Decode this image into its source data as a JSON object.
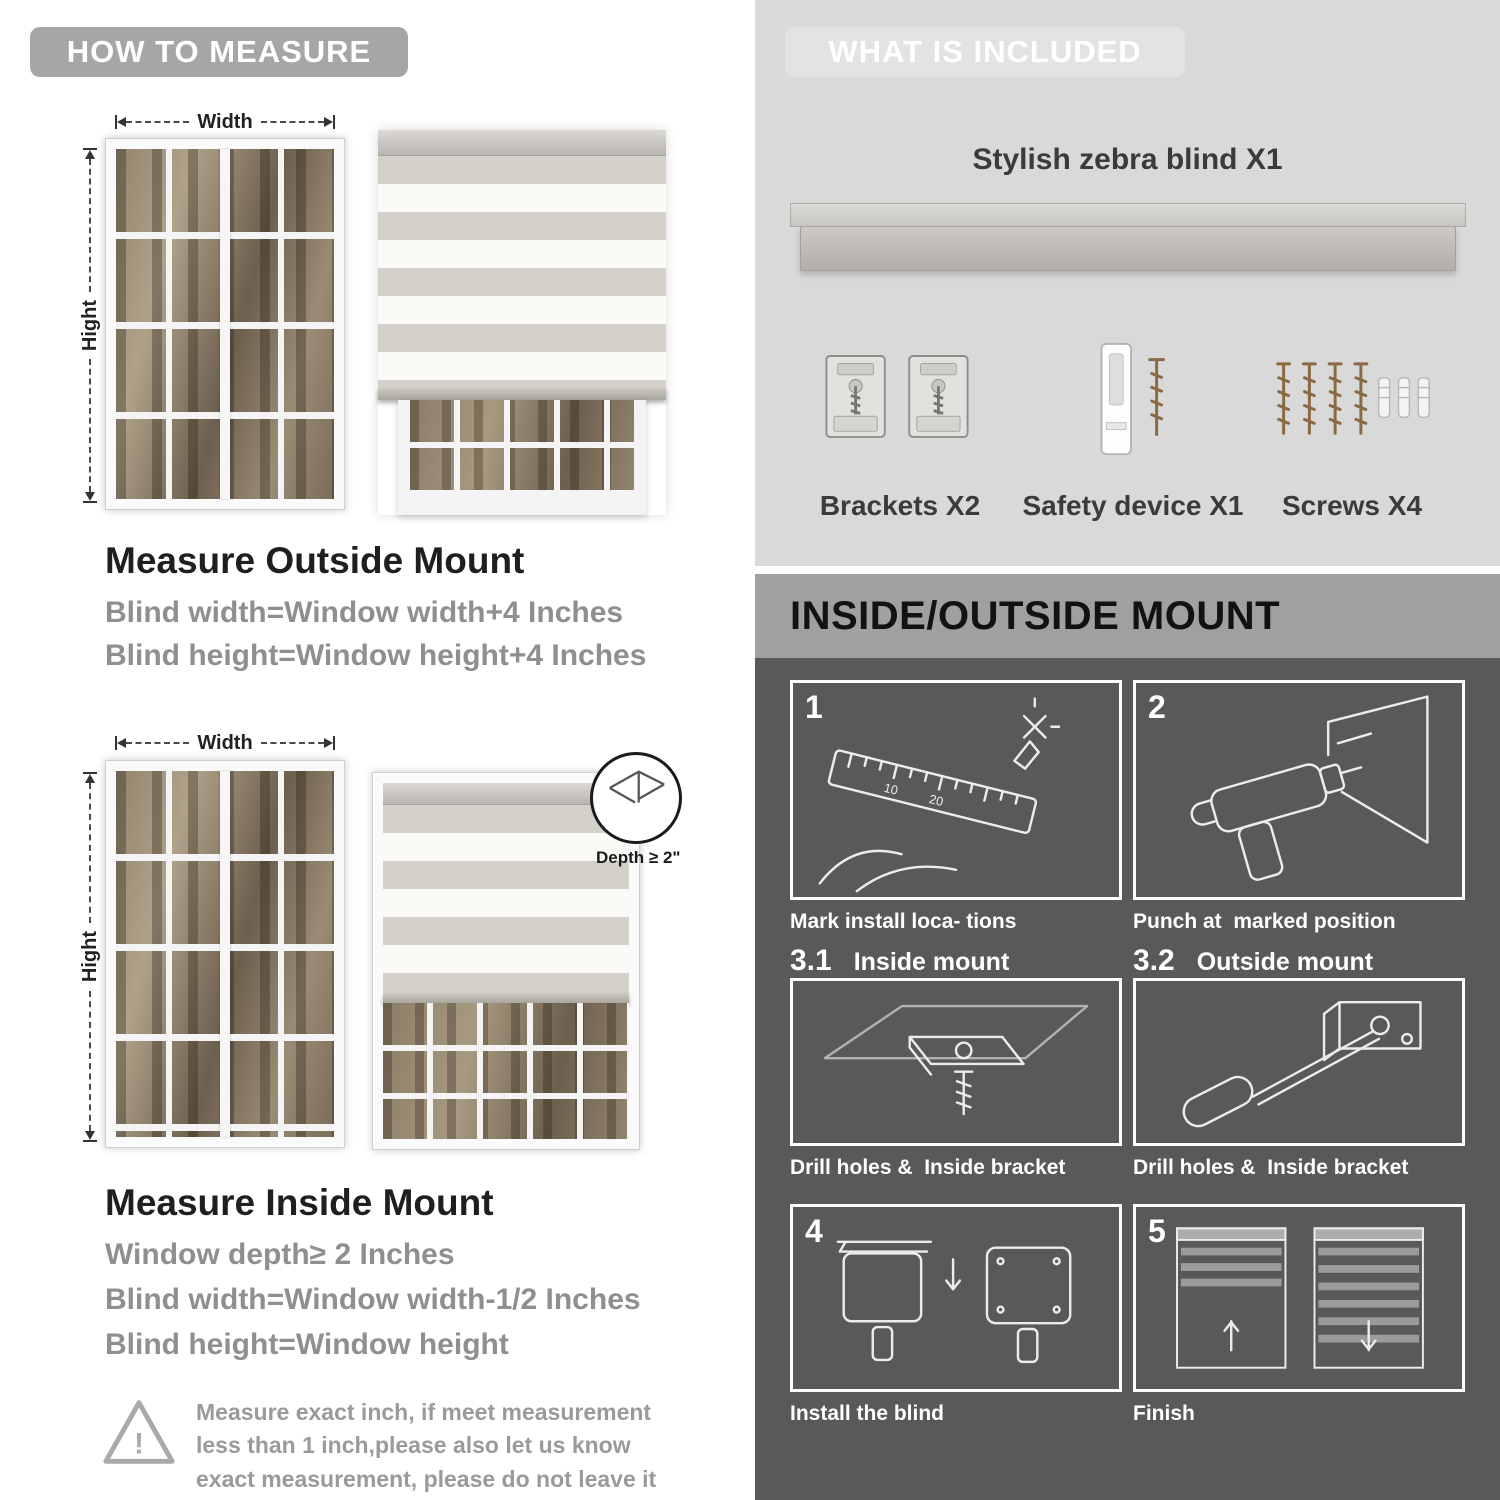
{
  "colors": {
    "light_panel_bg": "#d9d9d9",
    "dark_panel_bg": "#59585b",
    "how_to_measure_pill": "#a6a6a6",
    "included_pill": "#e3e3e3",
    "mount_title_strip": "#a0a0a0",
    "muted_text": "#8f8f8f",
    "dark_text": "#1f1f1f",
    "screw_brown": "#8a6a42"
  },
  "how_to_measure": {
    "title": "HOW TO MEASURE",
    "outside_mount": {
      "width_label": "Width",
      "height_label": "Hight",
      "heading": "Measure Outside Mount",
      "lines": [
        "Blind width=Window width+4 Inches",
        "Blind height=Window height+4 Inches"
      ]
    },
    "inside_mount": {
      "width_label": "Width",
      "height_label": "Hight",
      "depth_callout": "Depth ≥ 2\"",
      "heading": "Measure Inside Mount",
      "lines": [
        "Window depth≥ 2 Inches",
        "Blind width=Window width-1/2 Inches",
        "Blind height=Window height"
      ]
    },
    "warning_mark": "!",
    "warning_note": "Measure exact inch, if meet measurement less than 1 inch,please also let us know exact measurement, please do not leave it"
  },
  "what_is_included": {
    "title": "WHAT IS INCLUDED",
    "blind_label": "Stylish zebra blind X1",
    "items": [
      {
        "name": "brackets",
        "label": "Brackets X2"
      },
      {
        "name": "safety-device",
        "label": "Safety device X1"
      },
      {
        "name": "screws",
        "label": "Screws X4"
      }
    ]
  },
  "mount_guide": {
    "title": "INSIDE/OUTSIDE MOUNT",
    "steps": [
      {
        "num": "1",
        "label": "",
        "caption": "Mark install loca- tions",
        "ruler_marks": [
          "10",
          "20"
        ]
      },
      {
        "num": "2",
        "label": "",
        "caption": "Punch at  marked position"
      },
      {
        "num": "3.1",
        "label": "Inside mount",
        "caption": "Drill holes &  Inside bracket"
      },
      {
        "num": "3.2",
        "label": "Outside mount",
        "caption": "Drill holes &  Inside bracket"
      },
      {
        "num": "4",
        "label": "",
        "caption": "Install the blind"
      },
      {
        "num": "5",
        "label": "",
        "caption": "Finish"
      }
    ]
  }
}
